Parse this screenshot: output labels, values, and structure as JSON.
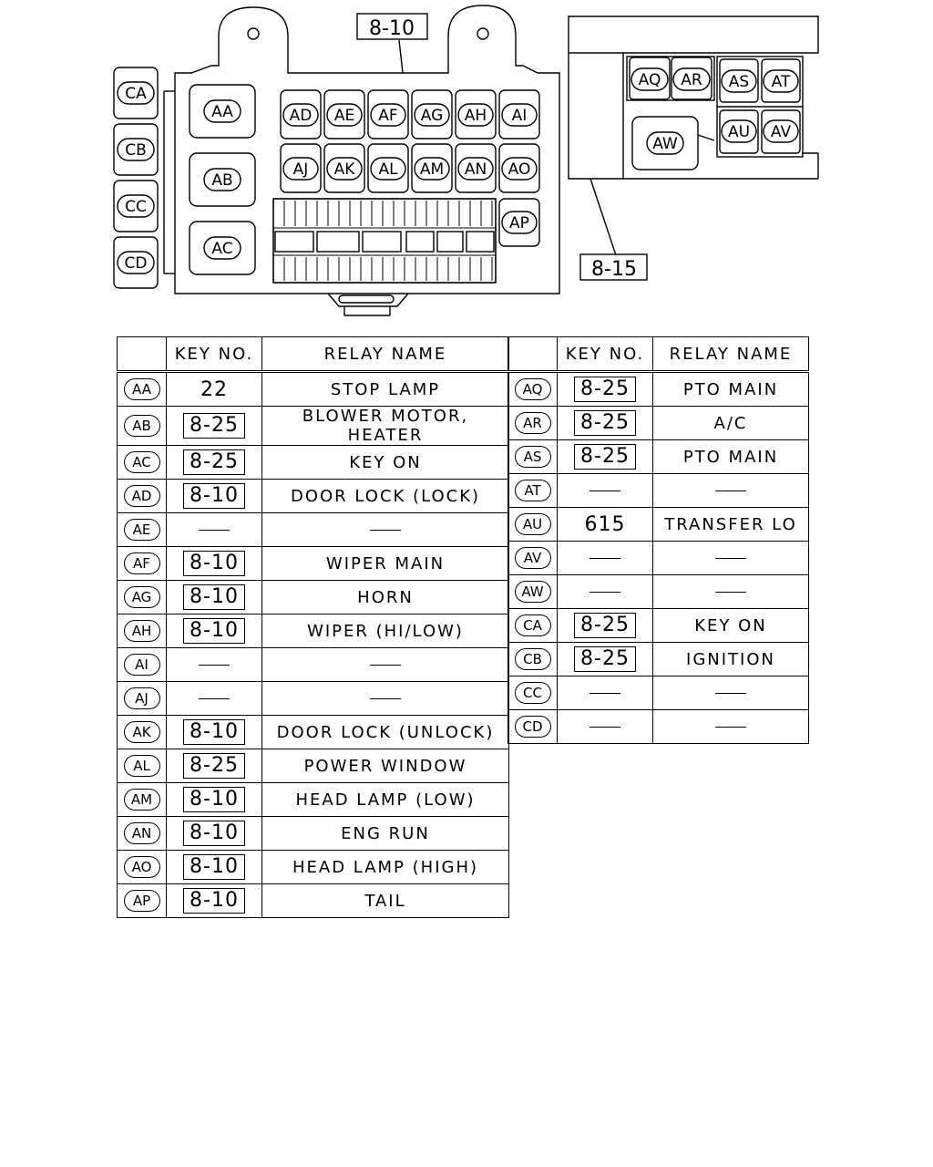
{
  "diagram": {
    "ref_main": "8-10",
    "ref_sub": "8-15",
    "left_relays": [
      "CA",
      "CB",
      "CC",
      "CD"
    ],
    "big_relays": [
      "AA",
      "AB",
      "AC"
    ],
    "row1": [
      "AD",
      "AE",
      "AF",
      "AG",
      "AH",
      "AI"
    ],
    "row2": [
      "AJ",
      "AK",
      "AL",
      "AM",
      "AN",
      "AO"
    ],
    "ap": "AP",
    "sub_relays": [
      "AQ",
      "AR",
      "AS",
      "AT",
      "AU",
      "AV",
      "AW"
    ]
  },
  "table": {
    "headers": {
      "key": "KEY NO.",
      "relay": "RELAY NAME"
    },
    "left_rows": [
      {
        "id": "AA",
        "key": "22",
        "boxed": false,
        "name": "STOP LAMP"
      },
      {
        "id": "AB",
        "key": "8-25",
        "boxed": true,
        "name": "BLOWER MOTOR, HEATER"
      },
      {
        "id": "AC",
        "key": "8-25",
        "boxed": true,
        "name": "KEY ON"
      },
      {
        "id": "AD",
        "key": "8-10",
        "boxed": true,
        "name": "DOOR LOCK (LOCK)"
      },
      {
        "id": "AE",
        "key": "—",
        "boxed": false,
        "name": "—"
      },
      {
        "id": "AF",
        "key": "8-10",
        "boxed": true,
        "name": "WIPER MAIN"
      },
      {
        "id": "AG",
        "key": "8-10",
        "boxed": true,
        "name": "HORN"
      },
      {
        "id": "AH",
        "key": "8-10",
        "boxed": true,
        "name": "WIPER (HI/LOW)"
      },
      {
        "id": "AI",
        "key": "—",
        "boxed": false,
        "name": "—"
      },
      {
        "id": "AJ",
        "key": "—",
        "boxed": false,
        "name": "—"
      },
      {
        "id": "AK",
        "key": "8-10",
        "boxed": true,
        "name": "DOOR LOCK (UNLOCK)"
      },
      {
        "id": "AL",
        "key": "8-25",
        "boxed": true,
        "name": "POWER WINDOW"
      },
      {
        "id": "AM",
        "key": "8-10",
        "boxed": true,
        "name": "HEAD LAMP (LOW)"
      },
      {
        "id": "AN",
        "key": "8-10",
        "boxed": true,
        "name": "ENG RUN"
      },
      {
        "id": "AO",
        "key": "8-10",
        "boxed": true,
        "name": "HEAD LAMP (HIGH)"
      },
      {
        "id": "AP",
        "key": "8-10",
        "boxed": true,
        "name": "TAIL"
      }
    ],
    "right_rows": [
      {
        "id": "AQ",
        "key": "8-25",
        "boxed": true,
        "name": "PTO MAIN"
      },
      {
        "id": "AR",
        "key": "8-25",
        "boxed": true,
        "name": "A/C"
      },
      {
        "id": "AS",
        "key": "8-25",
        "boxed": true,
        "name": "PTO MAIN"
      },
      {
        "id": "AT",
        "key": "—",
        "boxed": false,
        "name": "—"
      },
      {
        "id": "AU",
        "key": "615",
        "boxed": false,
        "name": "TRANSFER LO"
      },
      {
        "id": "AV",
        "key": "—",
        "boxed": false,
        "name": "—"
      },
      {
        "id": "AW",
        "key": "—",
        "boxed": false,
        "name": "—"
      },
      {
        "id": "CA",
        "key": "8-25",
        "boxed": true,
        "name": "KEY ON"
      },
      {
        "id": "CB",
        "key": "8-25",
        "boxed": true,
        "name": "IGNITION"
      },
      {
        "id": "CC",
        "key": "—",
        "boxed": false,
        "name": "—"
      },
      {
        "id": "CD",
        "key": "—",
        "boxed": false,
        "name": "—"
      }
    ]
  }
}
